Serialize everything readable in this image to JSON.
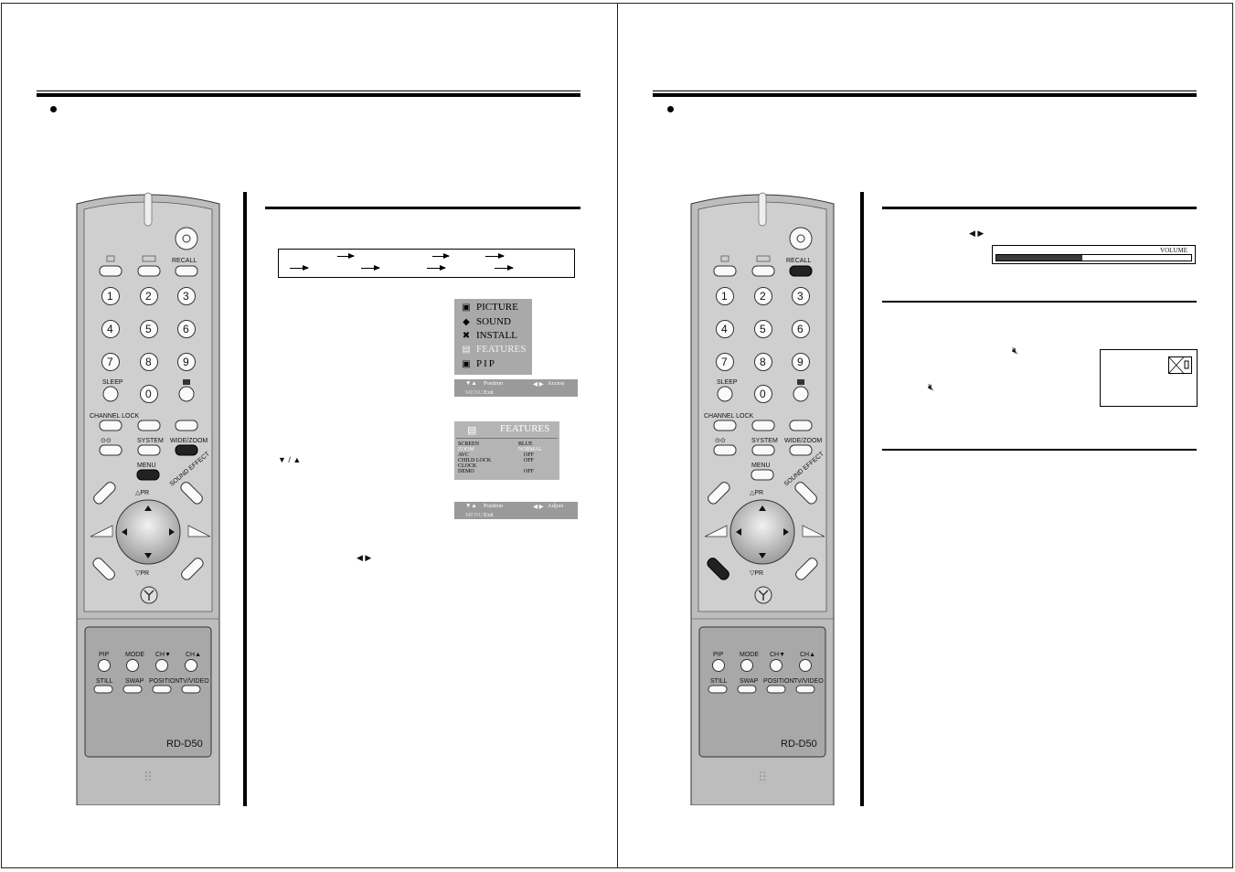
{
  "remote": {
    "model": "RD-D50",
    "recall_label": "RECALL",
    "sleep_label": "SLEEP",
    "channel_lock_label": "CHANNEL LOCK",
    "system_label": "SYSTEM",
    "wide_zoom_label": "WIDE/ZOOM",
    "menu_label": "MENU",
    "pr_up_label": "△PR",
    "pr_down_label": "▽PR",
    "sound_effect_label": "SOUND EFFECT",
    "pip_buttons": [
      "PIP",
      "MODE",
      "CH▼",
      "CH▲"
    ],
    "pip_buttons_row2": [
      "STILL",
      "SWAP",
      "POSITION",
      "TV/VIDEO"
    ],
    "digits": [
      "1",
      "2",
      "3",
      "4",
      "5",
      "6",
      "7",
      "8",
      "9",
      "0"
    ]
  },
  "left": {
    "main_menu": {
      "items": [
        "PICTURE",
        "SOUND",
        "INSTALL",
        "FEATURES",
        "PIP"
      ],
      "selected": "FEATURES",
      "hint_position": "Position",
      "hint_access": "Access",
      "hint_menu": "MENU",
      "hint_exit": "Exit"
    },
    "features_menu": {
      "title": "FEATURES",
      "rows": [
        {
          "label": "SCREEN",
          "value": "BLUE"
        },
        {
          "label": "ZOOM",
          "value": "NORMAL"
        },
        {
          "label": "AVC",
          "value": "OFF"
        },
        {
          "label": "CHILD LOCK",
          "value": "OFF"
        },
        {
          "label": "CLOCK",
          "value": ""
        },
        {
          "label": "DEMO",
          "value": "OFF"
        }
      ],
      "highlighted": "ZOOM",
      "hint_position": "Position",
      "hint_adjust": "Adjust",
      "hint_menu": "MENU",
      "hint_exit": "Exit"
    }
  },
  "right": {
    "volume": {
      "label": "VOLUME",
      "level_fraction": 0.44
    }
  }
}
